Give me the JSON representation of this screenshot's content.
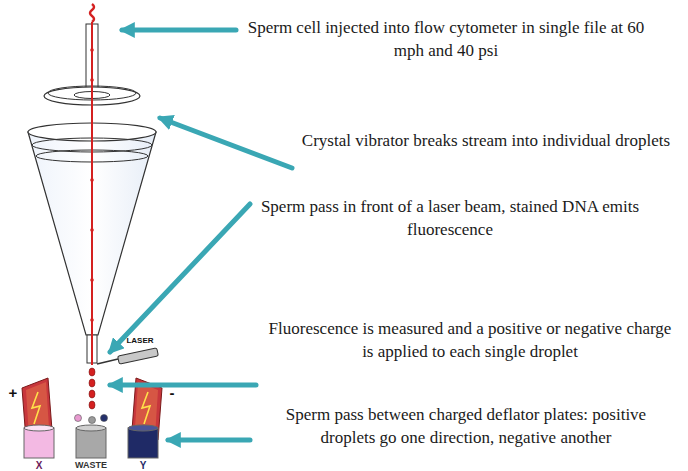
{
  "diagram": {
    "labels": [
      "Sperm cell injected into flow cytometer in single file at 60 mph and 40 psi",
      "Crystal vibrator breaks stream into individual droplets",
      "Sperm pass in front of a laser beam, stained DNA emits fluorescence",
      "Fluorescence is measured and a positive or negative charge is applied to each single droplet",
      "Sperm pass between charged deflator plates: positive droplets go one direction, negative another",
      "LASER",
      "+",
      "-",
      "X",
      "WASTE",
      "Y"
    ]
  }
}
